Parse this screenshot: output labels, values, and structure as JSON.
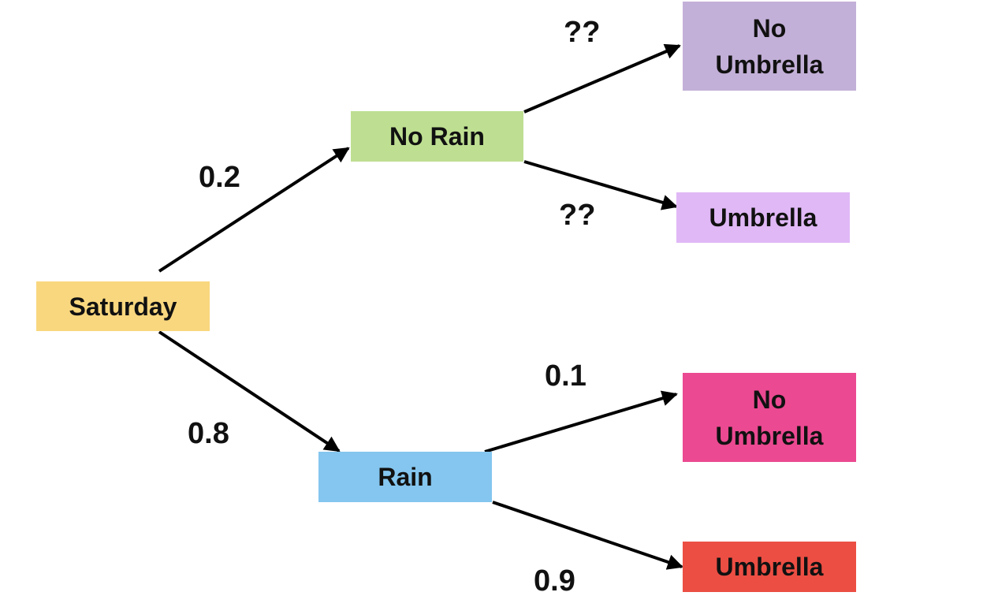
{
  "nodes": {
    "saturday": {
      "label": "Saturday",
      "color": "#F9D77E"
    },
    "no_rain": {
      "label": "No Rain",
      "color": "#BEDF91"
    },
    "rain": {
      "label": "Rain",
      "color": "#84C6EF"
    },
    "no_rain_no_umbrella": {
      "line1": "No",
      "line2": "Umbrella",
      "color": "#C3B0D8"
    },
    "no_rain_umbrella": {
      "label": "Umbrella",
      "color": "#E0B8F6"
    },
    "rain_no_umbrella": {
      "line1": "No",
      "line2": "Umbrella",
      "color": "#EB4991"
    },
    "rain_umbrella": {
      "label": "Umbrella",
      "color": "#EC4E43"
    }
  },
  "edges": {
    "saturday_to_no_rain": "0.2",
    "saturday_to_rain": "0.8",
    "no_rain_to_no_umbrella": "??",
    "no_rain_to_umbrella": "??",
    "rain_to_no_umbrella": "0.1",
    "rain_to_umbrella": "0.9"
  }
}
